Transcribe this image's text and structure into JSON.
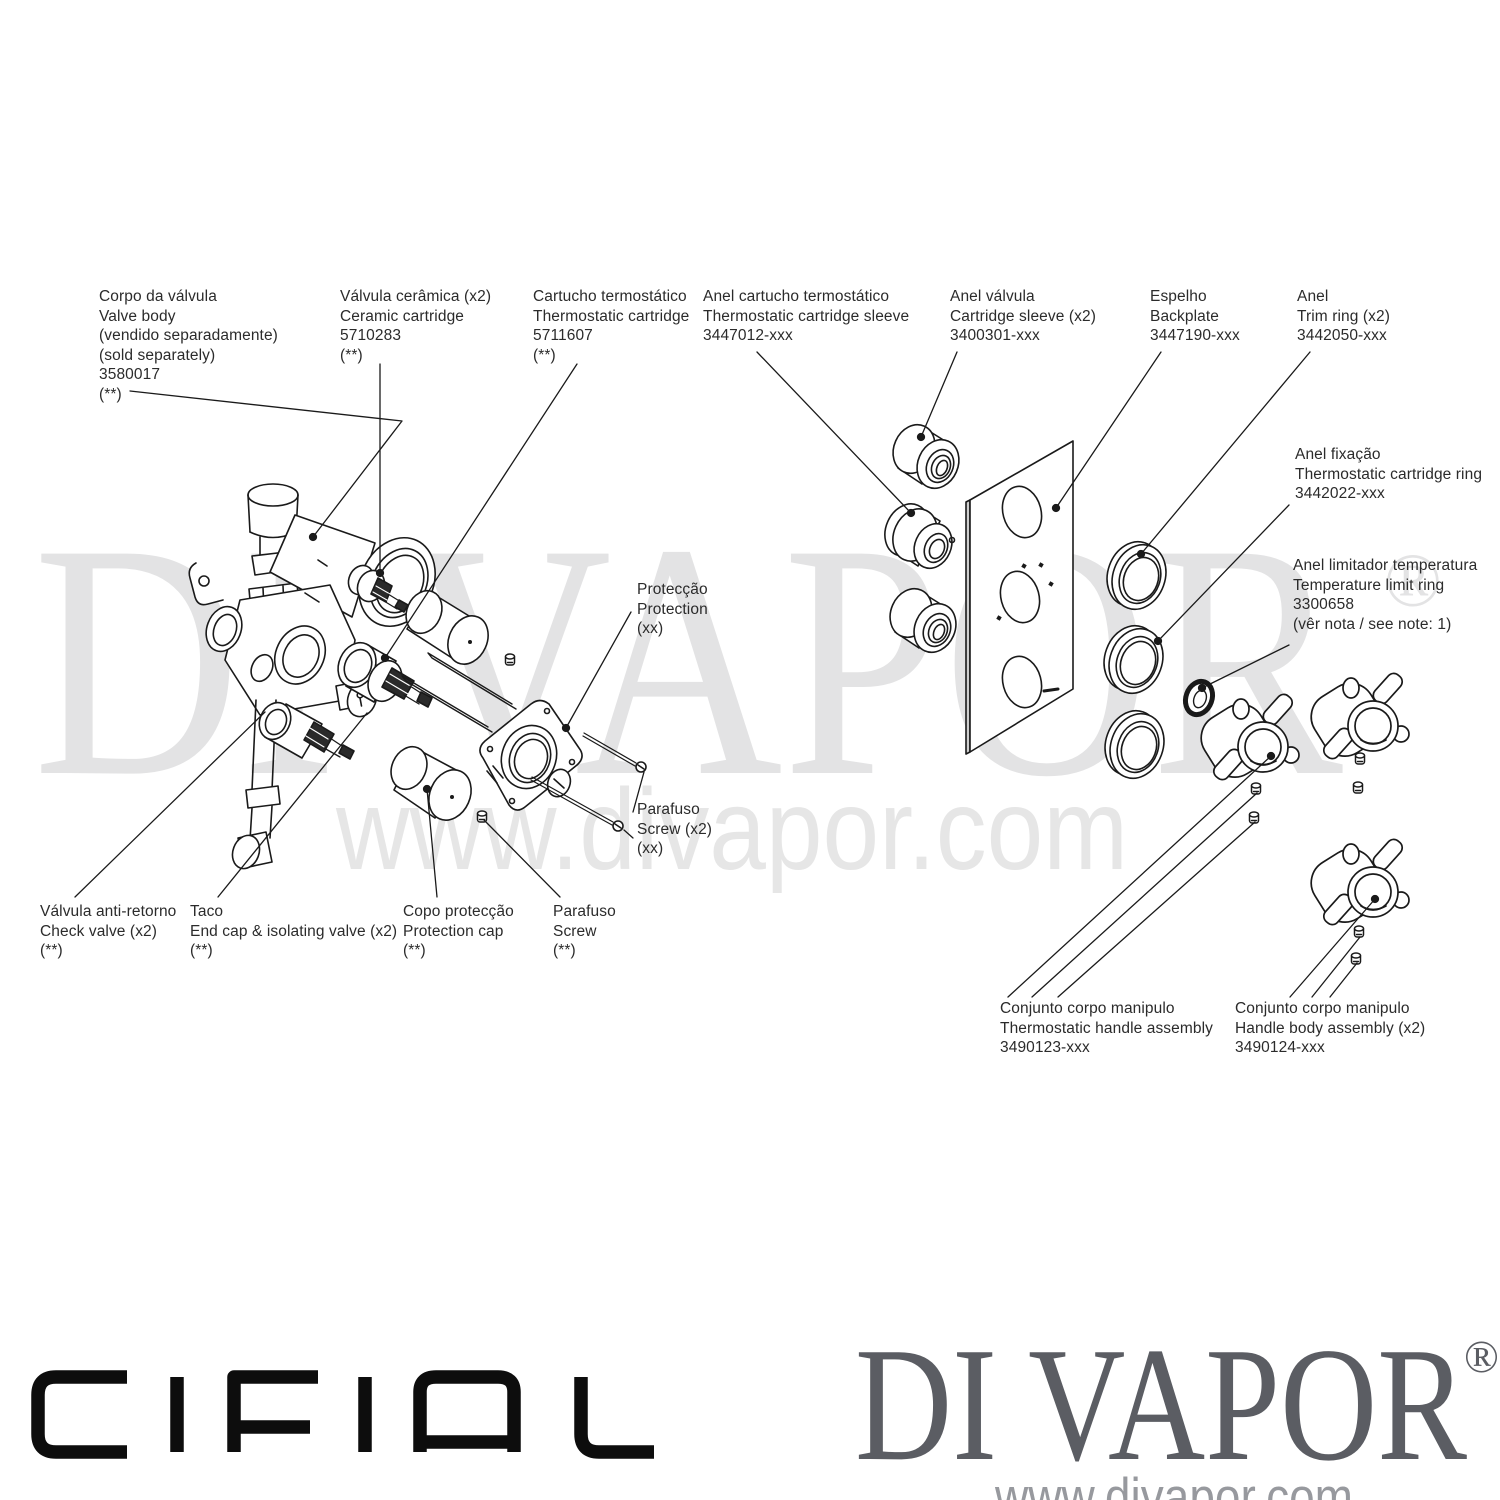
{
  "watermark": {
    "brand": "DI VAPOR",
    "registered": "®",
    "website": "www.divapor.com"
  },
  "footer": {
    "logo_text": "CIFIAL",
    "brand": "DI VAPOR",
    "registered": "®",
    "website": "www.divapor.com"
  },
  "colors": {
    "line_art": "#1a1a1a",
    "label_text": "#2b2b2b",
    "watermark_big": "#e3e3e4",
    "watermark_small": "#e6e6e6",
    "footer_brand": "#5b5d63",
    "footer_website": "#97999e",
    "logo_black": "#0d0d0d"
  },
  "labels": [
    {
      "id": "corpo-da-valvula",
      "lines": [
        "Corpo da válvula",
        "Valve body",
        "(vendido separadamente)",
        "(sold separately)",
        "3580017",
        "(**)"
      ]
    },
    {
      "id": "valvula-ceramica",
      "lines": [
        "Válvula cerâmica (x2)",
        "Ceramic cartridge",
        "5710283",
        "(**)"
      ]
    },
    {
      "id": "cartucho-termostatico",
      "lines": [
        "Cartucho termostático",
        "Thermostatic cartridge",
        "5711607",
        "(**)"
      ]
    },
    {
      "id": "anel-cartucho-termostatico",
      "lines": [
        "Anel cartucho termostático",
        "Thermostatic cartridge sleeve",
        "3447012-xxx"
      ]
    },
    {
      "id": "anel-valvula",
      "lines": [
        "Anel válvula",
        "Cartridge sleeve (x2)",
        "3400301-xxx"
      ]
    },
    {
      "id": "espelho",
      "lines": [
        "Espelho",
        "Backplate",
        "3447190-xxx"
      ]
    },
    {
      "id": "anel-trim-ring",
      "lines": [
        "Anel",
        "Trim ring (x2)",
        "3442050-xxx"
      ]
    },
    {
      "id": "anel-fixacao",
      "lines": [
        "Anel fixação",
        "Thermostatic cartridge ring",
        "3442022-xxx"
      ]
    },
    {
      "id": "anel-limitador",
      "lines": [
        "Anel limitador temperatura",
        "Temperature limit ring",
        "3300658",
        "(vêr nota / see note: 1)"
      ]
    },
    {
      "id": "proteccao",
      "lines": [
        "Protecção",
        "Protection",
        "(xx)"
      ]
    },
    {
      "id": "parafuso-x2",
      "lines": [
        "Parafuso",
        "Screw (x2)",
        "(xx)"
      ]
    },
    {
      "id": "valvula-anti-retorno",
      "lines": [
        "Válvula anti-retorno",
        "Check valve (x2)",
        "(**)"
      ]
    },
    {
      "id": "taco",
      "lines": [
        "Taco",
        "End cap & isolating valve (x2)",
        "(**)"
      ]
    },
    {
      "id": "copo-proteccao",
      "lines": [
        "Copo protecção",
        "Protection cap",
        "(**)"
      ]
    },
    {
      "id": "parafuso",
      "lines": [
        "Parafuso",
        "Screw",
        "(**)"
      ]
    },
    {
      "id": "conjunto-termostatico",
      "lines": [
        "Conjunto corpo manipulo",
        "Thermostatic handle assembly",
        "3490123-xxx"
      ]
    },
    {
      "id": "conjunto-manipulo",
      "lines": [
        "Conjunto corpo manipulo",
        "Handle body assembly (x2)",
        "3490124-xxx"
      ]
    }
  ]
}
